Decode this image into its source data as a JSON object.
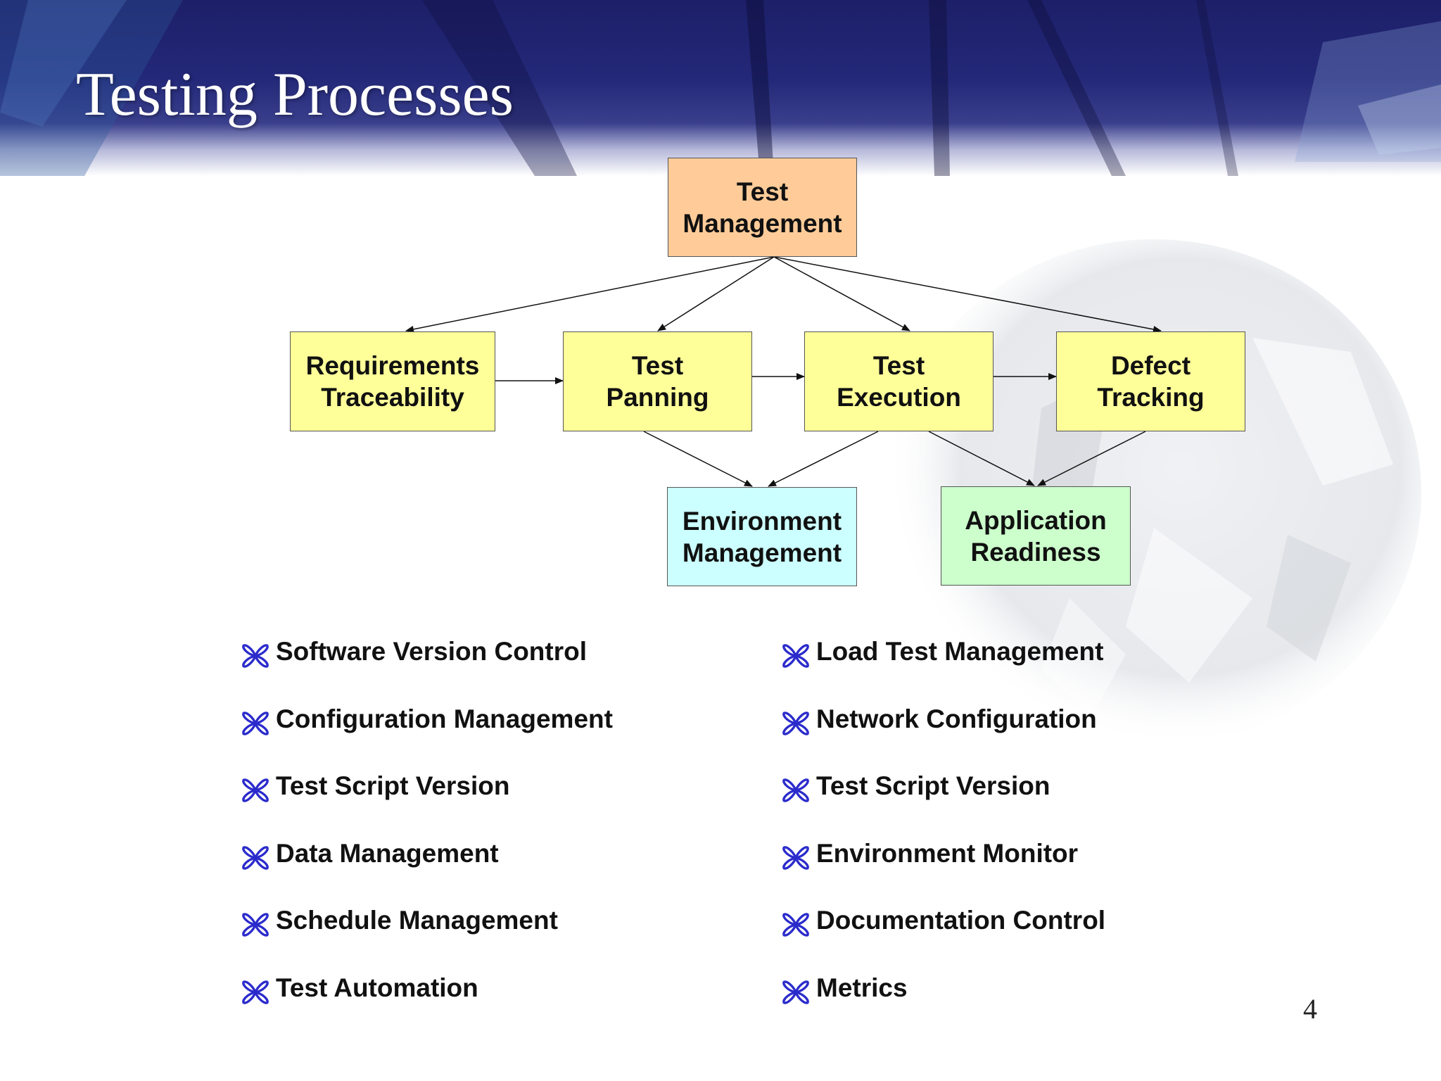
{
  "slide": {
    "title": "Testing Processes",
    "page_number": "4"
  },
  "colors": {
    "banner": "#232878",
    "node_management": "#ffcc99",
    "node_process": "#ffff99",
    "node_environment": "#ccffff",
    "node_readiness": "#ccffcc",
    "bullet_icon": "#2b2bcc"
  },
  "diagram": {
    "nodes": {
      "test_management": "Test\nManagement",
      "requirements_traceability": "Requirements\nTraceability",
      "test_panning": "Test\nPanning",
      "test_execution": "Test\nExecution",
      "defect_tracking": "Defect\nTracking",
      "environment_management": "Environment\nManagement",
      "application_readiness": "Application\nReadiness"
    },
    "edges": [
      {
        "from": "test_management",
        "to": "requirements_traceability"
      },
      {
        "from": "test_management",
        "to": "test_panning"
      },
      {
        "from": "test_management",
        "to": "test_execution"
      },
      {
        "from": "test_management",
        "to": "defect_tracking"
      },
      {
        "from": "requirements_traceability",
        "to": "test_panning"
      },
      {
        "from": "test_panning",
        "to": "test_execution"
      },
      {
        "from": "test_execution",
        "to": "defect_tracking"
      },
      {
        "from": "test_panning",
        "to": "environment_management"
      },
      {
        "from": "test_execution",
        "to": "environment_management"
      },
      {
        "from": "test_execution",
        "to": "application_readiness"
      },
      {
        "from": "defect_tracking",
        "to": "application_readiness"
      }
    ]
  },
  "bullets": {
    "icon": "quatrefoil-bullet-icon",
    "left": [
      "Software Version Control",
      "Configuration Management",
      "Test Script Version",
      "Data Management",
      "Schedule Management",
      "Test Automation"
    ],
    "right": [
      "Load Test Management",
      "Network Configuration",
      "Test Script Version",
      "Environment Monitor",
      "Documentation Control",
      "Metrics"
    ]
  }
}
